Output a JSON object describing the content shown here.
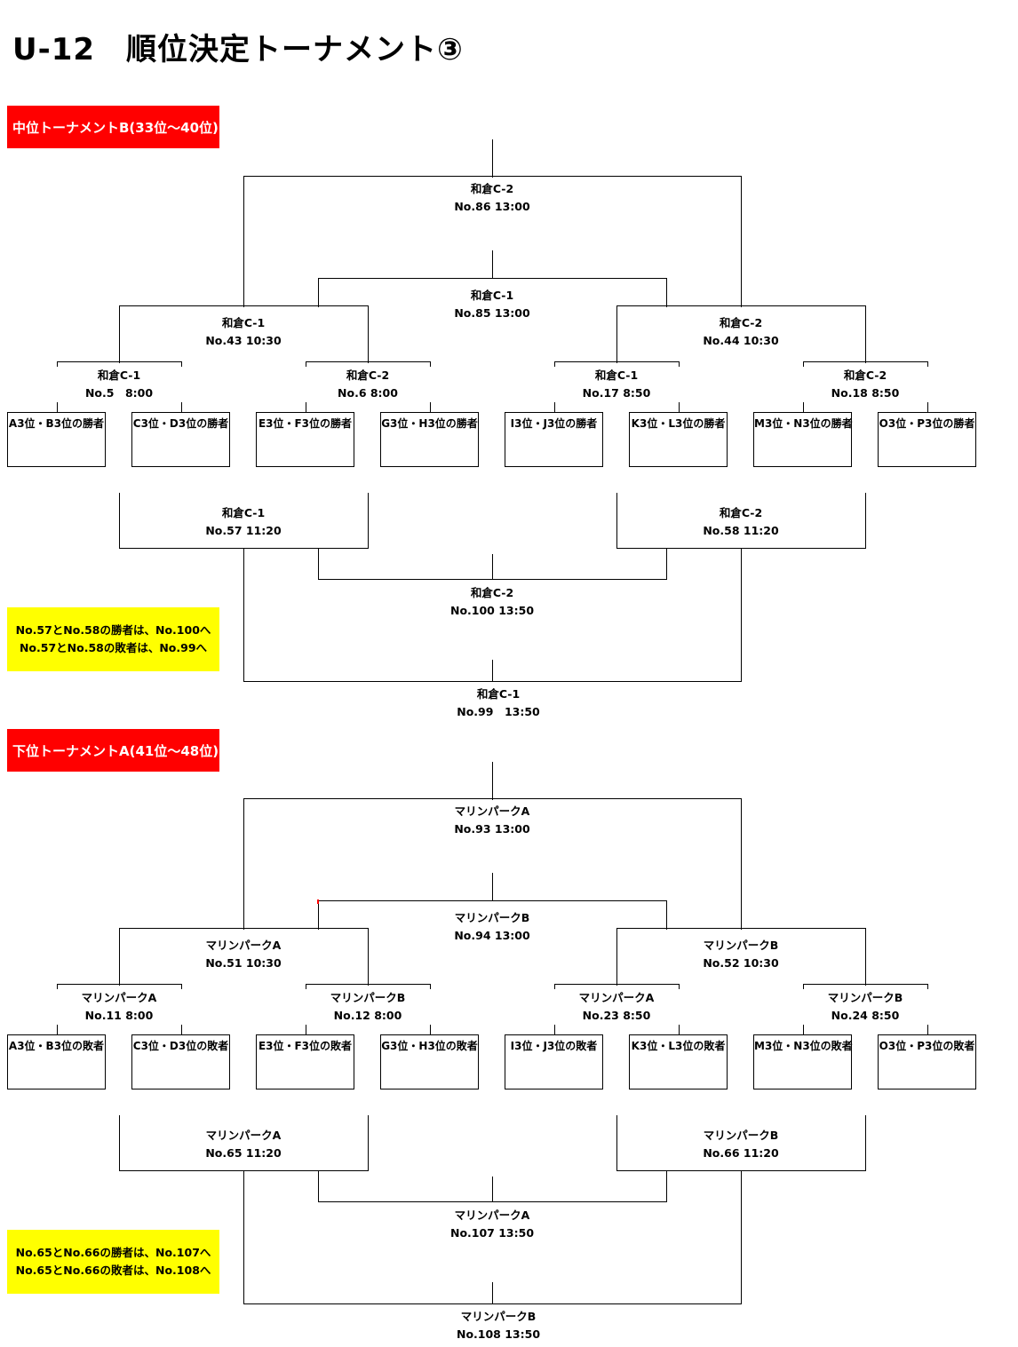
{
  "title": "U-12　順位決定トーナメント③",
  "sections": [
    {
      "label": "中位トーナメントB(33位〜40位)",
      "teams": [
        "A3位・B3位の勝者",
        "C3位・D3位の勝者",
        "E3位・F3位の勝者",
        "G3位・H3位の勝者",
        "I3位・J3位の勝者",
        "K3位・L3位の勝者",
        "M3位・N3位の勝者",
        "O3位・P3位の勝者"
      ],
      "matches": {
        "m1": {
          "venue": "和倉C-1",
          "no": "No.5　8:00"
        },
        "m2": {
          "venue": "和倉C-2",
          "no": "No.6 8:00"
        },
        "m3": {
          "venue": "和倉C-1",
          "no": "No.17 8:50"
        },
        "m4": {
          "venue": "和倉C-2",
          "no": "No.18 8:50"
        },
        "qf1": {
          "venue": "和倉C-1",
          "no": "No.43 10:30"
        },
        "qf2": {
          "venue": "和倉C-2",
          "no": "No.44 10:30"
        },
        "sf_winners": {
          "venue": "和倉C-1",
          "no": "No.85 13:00"
        },
        "final": {
          "venue": "和倉C-2",
          "no": "No.86 13:00"
        },
        "lower_left": {
          "venue": "和倉C-1",
          "no": "No.57 11:20"
        },
        "lower_right": {
          "venue": "和倉C-2",
          "no": "No.58 11:20"
        },
        "lower_winners": {
          "venue": "和倉C-2",
          "no": "No.100 13:50"
        },
        "lower_losers": {
          "venue": "和倉C-1",
          "no": "No.99　13:50"
        }
      },
      "note": [
        "No.57とNo.58の勝者は、No.100へ",
        "No.57とNo.58の敗者は、No.99へ"
      ]
    },
    {
      "label": "下位トーナメントA(41位〜48位)",
      "teams": [
        "A3位・B3位の敗者",
        "C3位・D3位の敗者",
        "E3位・F3位の敗者",
        "G3位・H3位の敗者",
        "I3位・J3位の敗者",
        "K3位・L3位の敗者",
        "M3位・N3位の敗者",
        "O3位・P3位の敗者"
      ],
      "matches": {
        "m1": {
          "venue": "マリンパークA",
          "no": "No.11 8:00"
        },
        "m2": {
          "venue": "マリンパークB",
          "no": "No.12 8:00"
        },
        "m3": {
          "venue": "マリンパークA",
          "no": "No.23 8:50"
        },
        "m4": {
          "venue": "マリンパークB",
          "no": "No.24 8:50"
        },
        "qf1": {
          "venue": "マリンパークA",
          "no": "No.51 10:30"
        },
        "qf2": {
          "venue": "マリンパークB",
          "no": "No.52 10:30"
        },
        "sf_winners": {
          "venue": "マリンパークB",
          "no": "No.94 13:00"
        },
        "final": {
          "venue": "マリンパークA",
          "no": "No.93 13:00"
        },
        "lower_left": {
          "venue": "マリンパークA",
          "no": "No.65 11:20"
        },
        "lower_right": {
          "venue": "マリンパークB",
          "no": "No.66 11:20"
        },
        "lower_winners": {
          "venue": "マリンパークA",
          "no": "No.107 13:50"
        },
        "lower_losers": {
          "venue": "マリンパークB",
          "no": "No.108 13:50"
        }
      },
      "note": [
        "No.65とNo.66の勝者は、No.107へ",
        "No.65とNo.66の敗者は、No.108へ"
      ]
    }
  ],
  "colors": {
    "section_label_bg": "#ff0000",
    "note_bg": "#ffff00",
    "line": "#000000"
  }
}
